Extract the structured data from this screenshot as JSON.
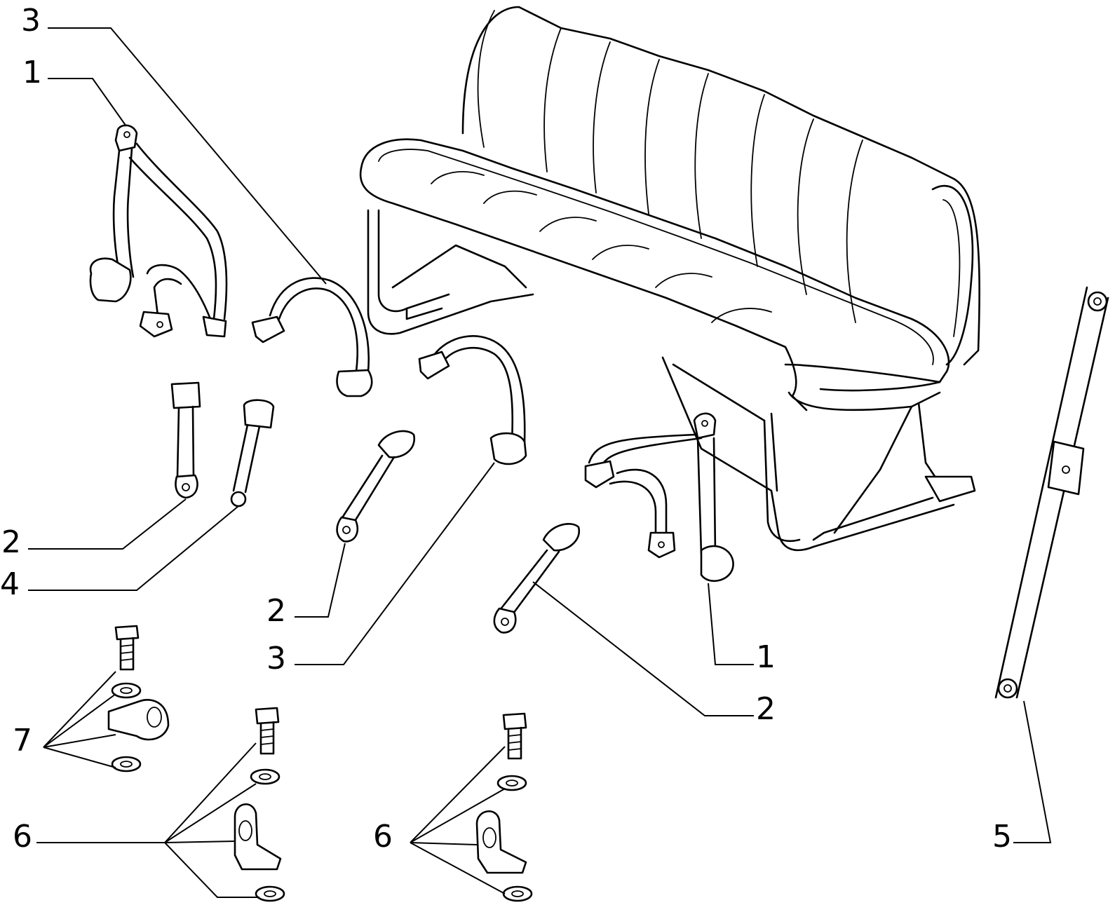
{
  "callouts": {
    "c1_top": "1",
    "c3_top": "3",
    "c2_left": "2",
    "c4_left": "4",
    "c2_mid": "2",
    "c3_mid": "3",
    "c1_right": "1",
    "c2_right": "2",
    "c5_right": "5",
    "c7_left": "7",
    "c6_left": "6",
    "c6_mid": "6"
  },
  "colors": {
    "ink": "#000000",
    "paper": "#ffffff"
  }
}
